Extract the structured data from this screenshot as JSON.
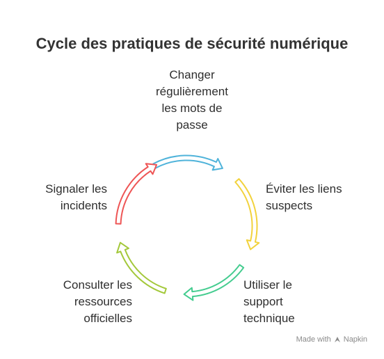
{
  "title": "Cycle des pratiques de sécurité numérique",
  "steps": [
    {
      "label": "Changer\nrégulièrement\nles mots de\npasse",
      "color": "#4fb3da"
    },
    {
      "label": "Éviter les liens\nsuspects",
      "color": "#f2d23c"
    },
    {
      "label": "Utiliser le\nsupport\ntechnique",
      "color": "#44cc8f"
    },
    {
      "label": "Consulter les\nressources\nofficielles",
      "color": "#a3c83a"
    },
    {
      "label": "Signaler les\nincidents",
      "color": "#ee5555"
    }
  ],
  "footer": {
    "made_with": "Made with",
    "brand": "Napkin",
    "icon": "napkin-logo-icon"
  }
}
